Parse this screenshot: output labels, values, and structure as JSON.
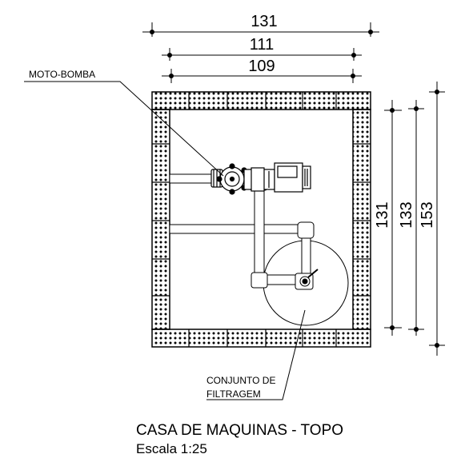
{
  "dimensions": {
    "width_outer": "131",
    "width_mid": "111",
    "width_inner": "109",
    "height_inner": "131",
    "height_mid": "133",
    "height_outer": "153"
  },
  "labels": {
    "pump": "MOTO-BOMBA",
    "filter_line1": "CONJUNTO DE",
    "filter_line2": "FILTRAGEM"
  },
  "caption": {
    "title": "CASA DE MAQUINAS - TOPO",
    "scale": "Escala 1:25"
  }
}
